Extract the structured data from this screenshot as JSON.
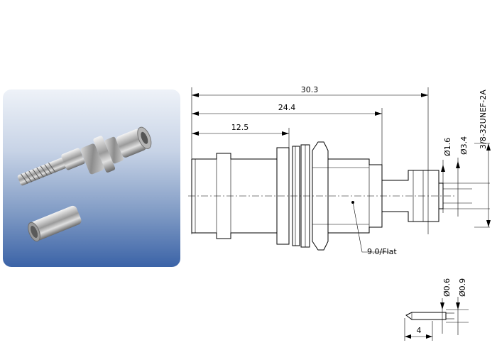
{
  "dimensions": {
    "overall_length": "30.3",
    "mid_length": "24.4",
    "short_length": "12.5",
    "thread": "3/8-32UNEF-2A",
    "dia_small": "Ø1.6",
    "dia_large": "Ø3.4",
    "flat": "9.0/Flat",
    "pin_dia_small": "Ø0.6",
    "pin_dia_large": "Ø0.9",
    "pin_length": "4"
  },
  "colors": {
    "panel_top": "#eef2f8",
    "panel_bottom": "#3b63a7",
    "line": "#000000"
  }
}
